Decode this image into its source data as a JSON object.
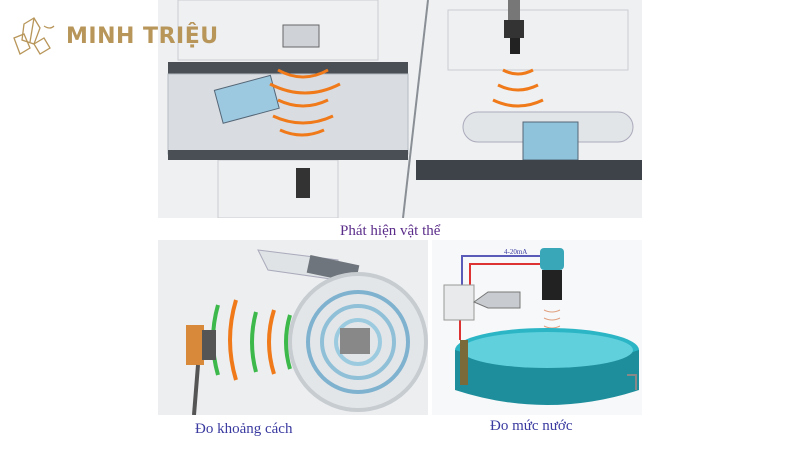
{
  "brand": {
    "name": "MINH TRIỆU"
  },
  "captions": {
    "object_detection": "Phát hiện vật thể",
    "distance": "Đo khoảng cách",
    "water_level": "Đo mức nước"
  },
  "diagram_labels": {
    "signal": "4-20mA"
  },
  "colors": {
    "brand": "#b8965a",
    "wave_orange": "#f07a1a",
    "wave_green": "#3cb94a",
    "water": "#2bb5c5",
    "caption": "#5b2d8a"
  }
}
